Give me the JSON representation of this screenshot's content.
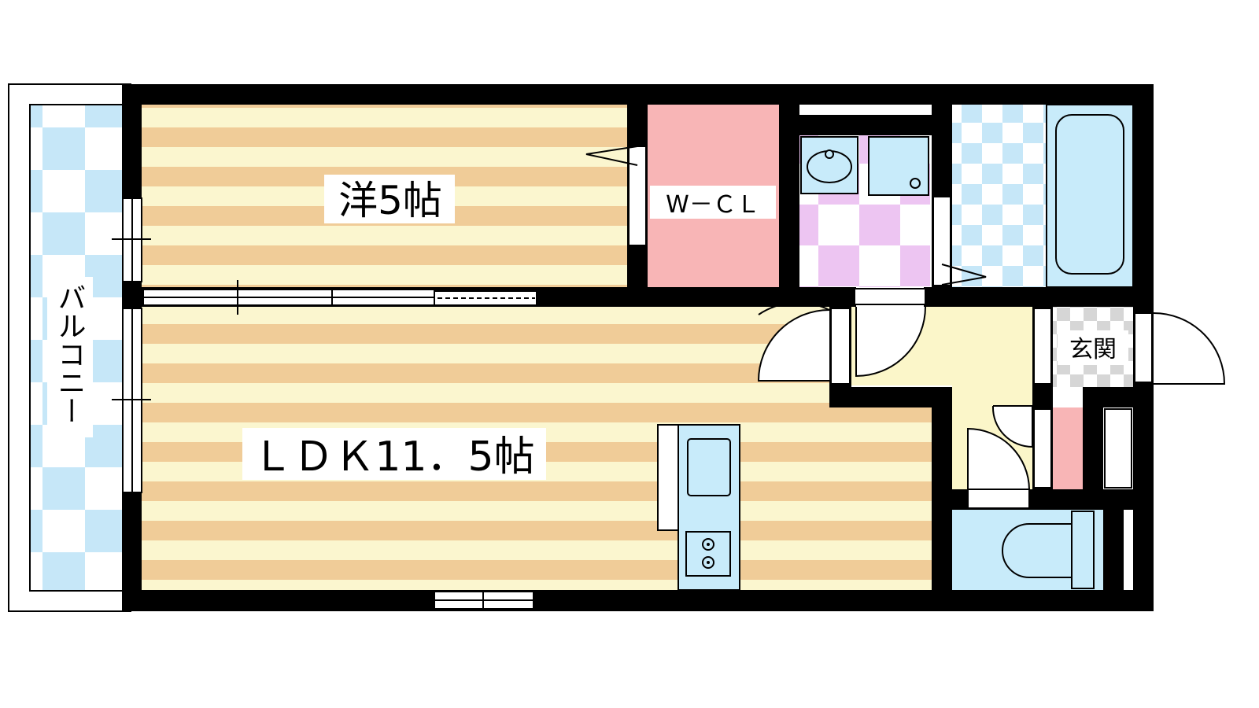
{
  "rooms": {
    "western": {
      "label": "洋5帖"
    },
    "ldk": {
      "label": "ＬＤＫ11．5帖"
    },
    "walk_in_closet": {
      "label": "W－ＣＬ"
    },
    "entrance": {
      "label": "玄関"
    },
    "balcony": {
      "label": "バルコニー"
    }
  },
  "colors": {
    "wall": "#000000",
    "floor_stripe_a": "#f0cc98",
    "floor_stripe_b": "#fbf6cf",
    "balcony_tile": "#c6e7f8",
    "wet_area_blue": "#c8ebfa",
    "washroom_pink": "#edc5f2",
    "closet_pink": "#f8b5b6",
    "hall_yellow": "#fbf6c9",
    "entrance_tile": "#d6d6d6"
  }
}
